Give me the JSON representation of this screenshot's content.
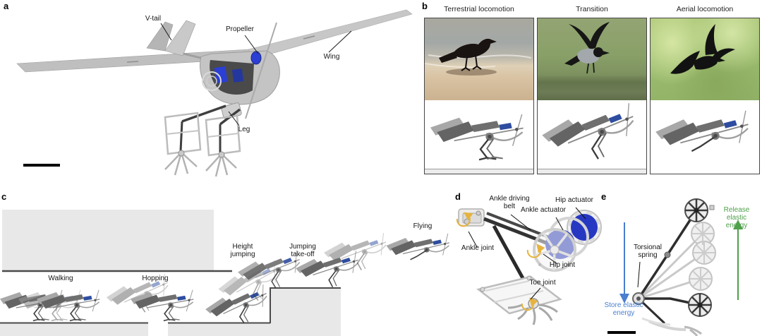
{
  "panel_a": {
    "label": "a",
    "callout_v_tail": "V-tail",
    "callout_propeller": "Propeller",
    "callout_wing": "Wing",
    "callout_leg": "Leg"
  },
  "panel_b": {
    "label": "b",
    "col1_title": "Terrestrial locomotion",
    "col2_title": "Transition",
    "col3_title": "Aerial locomotion"
  },
  "panel_c": {
    "label": "c",
    "stage_walking": "Walking",
    "stage_hopping": "Hopping",
    "stage_height_jumping": "Height\njumping",
    "stage_jumping_takeoff": "Jumping\ntake-off",
    "stage_flying": "Flying"
  },
  "panel_d": {
    "label": "d",
    "callout_ankle_driving_belt": "Ankle driving\nbelt",
    "callout_hip_actuator": "Hip actuator",
    "callout_ankle_actuator": "Ankle actuator",
    "callout_ankle_joint": "Ankle joint",
    "callout_hip_joint": "Hip joint",
    "callout_toe_joint": "Toe joint"
  },
  "panel_e": {
    "label": "e",
    "callout_torsional_spring": "Torsional\nspring",
    "callout_store_energy": "Store elastic\nenergy",
    "callout_release_energy": "Release elastic\nenergy"
  },
  "colors": {
    "store_energy_blue": "#4a7fd0",
    "release_energy_green": "#4fa04a",
    "joint_rotation_arrow_yellow": "#e6b33c",
    "actuator_motor_blue": "#2638c2",
    "battery_box_blue": "#2e4da0",
    "terrain_gray": "#e8e8e8",
    "terrain_edge_dark": "#4a4a4a"
  }
}
